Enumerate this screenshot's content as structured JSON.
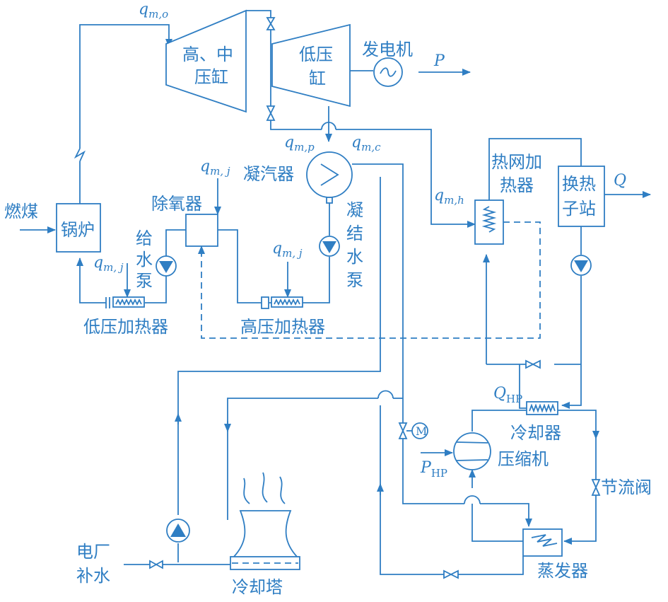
{
  "labels": {
    "hp_ip_cyl_1": "高、中",
    "hp_ip_cyl_2": "压缸",
    "lp_cyl_1": "低压",
    "lp_cyl_2": "缸",
    "generator": "发电机",
    "power": "P",
    "condenser": "凝汽器",
    "deaerator": "除氧器",
    "boiler": "锅炉",
    "coal": "燃煤",
    "feed_pump_1": "给",
    "feed_pump_2": "水",
    "feed_pump_3": "泵",
    "cond_pump_1": "凝",
    "cond_pump_2": "结",
    "cond_pump_3": "水",
    "cond_pump_4": "泵",
    "lp_heater": "低压加热器",
    "hp_heater": "高压加热器",
    "heat_net_heater_1": "热网加",
    "heat_net_heater_2": "热器",
    "substation_1": "换热",
    "substation_2": "子站",
    "heat_Q": "Q",
    "q_HP_main": "Q",
    "q_HP_sub": "HP",
    "cooler": "冷却器",
    "compressor": "压缩机",
    "throttle": "节流阀",
    "evaporator": "蒸发器",
    "p_HP_main": "P",
    "p_HP_sub": "HP",
    "makeup_1": "电厂",
    "makeup_2": "补水",
    "cooling_tower": "冷却塔",
    "motor": "M"
  },
  "flows": {
    "q_main": "q",
    "q_mo_sub": "m,o",
    "q_mp_sub": "m,p",
    "q_mc_sub": "m,c",
    "q_mh_sub": "m,h",
    "q_mj_sub": "m, j"
  },
  "colors": {
    "line": "#2f7ec3"
  }
}
